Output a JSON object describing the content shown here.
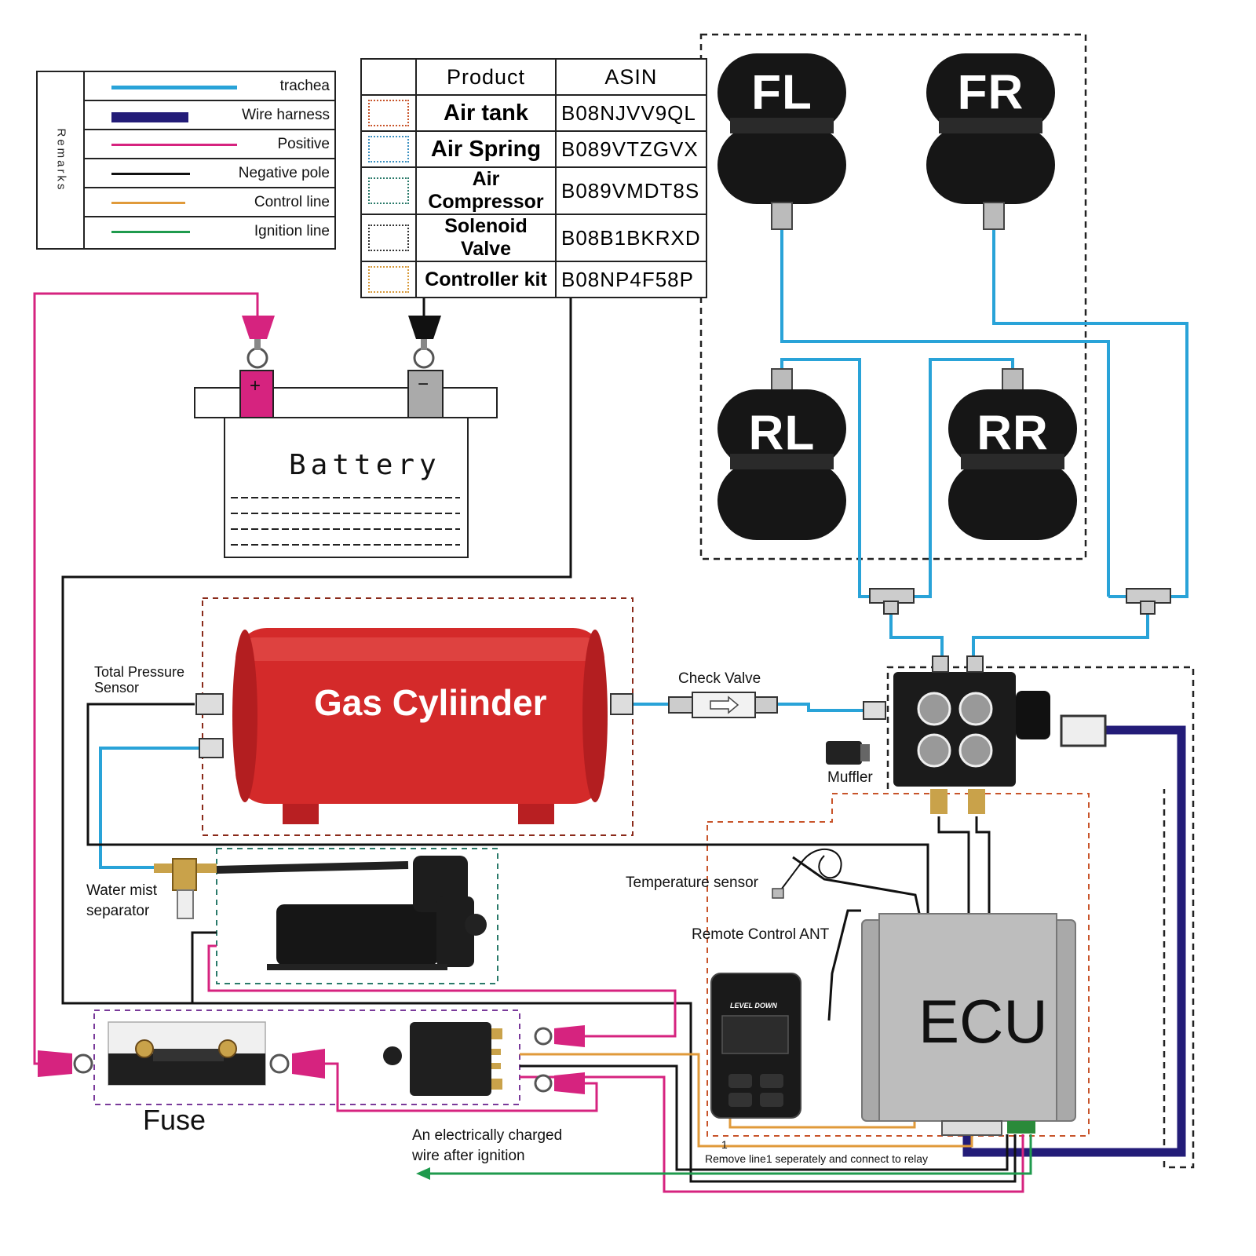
{
  "legend": {
    "side_title": "Remarks",
    "items": [
      {
        "label": "trachea",
        "color": "#29a3d8"
      },
      {
        "label": "Wire harness",
        "color": "#231c78"
      },
      {
        "label": "Positive",
        "color": "#d6237f"
      },
      {
        "label": "Negative pole",
        "color": "#111111"
      },
      {
        "label": "Control line",
        "color": "#e09a3a"
      },
      {
        "label": "Ignition line",
        "color": "#1f9a4d"
      }
    ]
  },
  "product_table": {
    "headers": {
      "product": "Product",
      "asin": "ASIN"
    },
    "rows": [
      {
        "product": "Air tank",
        "asin": "B08NJVV9QL",
        "swatch_color": "#c8542a"
      },
      {
        "product": "Air Spring",
        "asin": "B089VTZGVX",
        "swatch_color": "#3a8fc0"
      },
      {
        "product": "Air Compressor",
        "asin": "B089VMDT8S",
        "swatch_color": "#2a7a6a"
      },
      {
        "product": "Solenoid Valve",
        "asin": "B08B1BKRXD",
        "swatch_color": "#333333"
      },
      {
        "product": "Controller kit",
        "asin": "B08NP4F58P",
        "swatch_color": "#d89a3a"
      }
    ]
  },
  "air_springs": {
    "fl": "FL",
    "fr": "FR",
    "rl": "RL",
    "rr": "RR"
  },
  "battery": {
    "label": "Battery",
    "positive": "+",
    "negative": "−"
  },
  "tank": {
    "label": "Gas Cyliinder"
  },
  "labels": {
    "total_pressure_sensor": "Total Pressure\nSensor",
    "check_valve": "Check Valve",
    "muffler": "Muffler",
    "water_mist_separator": "Water mist\nseparator",
    "temperature_sensor": "Temperature sensor",
    "remote_control_ant": "Remote Control ANT",
    "ecu": "ECU",
    "fuse": "Fuse",
    "ignition_note": "An electrically charged\nwire after ignition",
    "relay_note_number": "1",
    "relay_note": "Remove line1 seperately and connect to relay",
    "remote_brand": "LEVEL DOWN"
  }
}
